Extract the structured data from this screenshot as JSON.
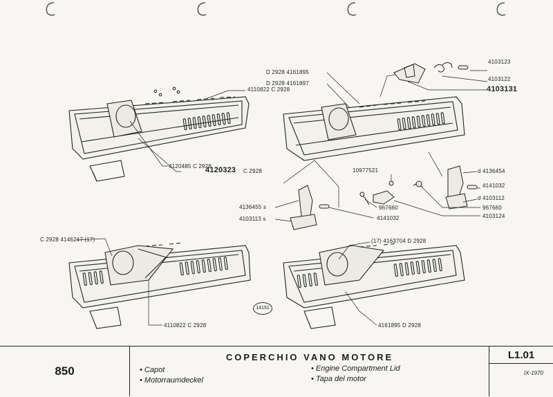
{
  "footer": {
    "model": "850",
    "title": "COPERCHIO VANO MOTORE",
    "names": {
      "fr": "• Capot",
      "de": "• Motorraumdeckel",
      "en": "• Engine Compartment Lid",
      "es": "• Tapa del motor"
    },
    "ref_code": "L1.01",
    "date": "IX-1970"
  },
  "labels": {
    "l4110822a": "4110822  C 2928",
    "l4120485": "4120485  C 2928",
    "l4120323": "4120323",
    "l4120323c": "C 2928",
    "l4161895a": "D 2928 4161895",
    "l4161897": "D 2928 4161897",
    "l4103123": "4103123",
    "l4103122": "4103122",
    "l4103131": "4103131",
    "l10977521": "10977521",
    "l4136454": "d 4136454",
    "l4141032a": "4141032",
    "l4103112": "d 4103112",
    "l967660a": "967660",
    "l967660b": "967660",
    "l4103124": "4103124",
    "l4141032b": "4141032",
    "l4136455": "4136455  s",
    "l4103113": "4103113  s",
    "l4146247": "C 2928 4146247  (17)",
    "l4110822b": "4110822  C 2928",
    "l4163704": "(17)  4163704  D 2928",
    "l4161895b": "4161895  D 2928",
    "stamp": "14151"
  }
}
